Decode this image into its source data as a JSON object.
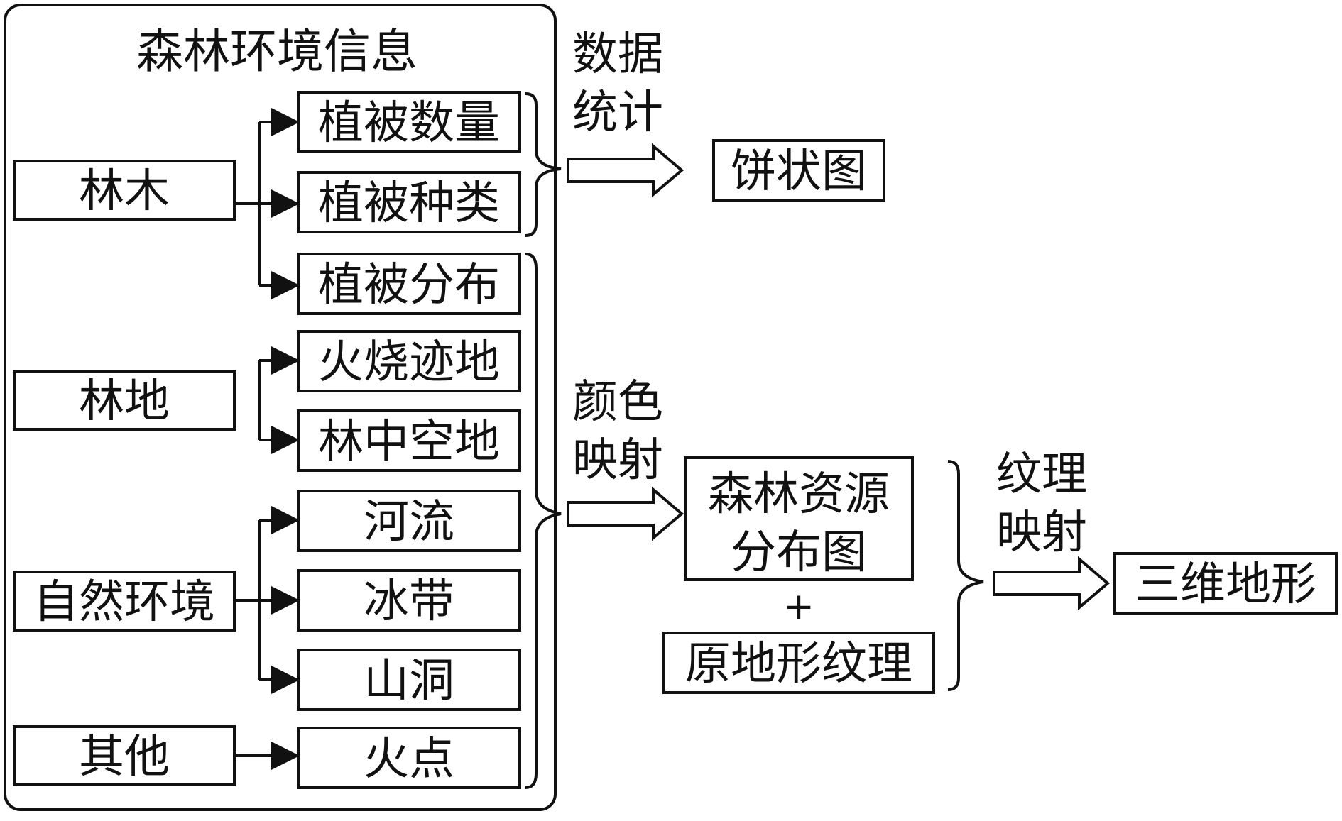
{
  "diagram": {
    "group_title": "森林环境信息",
    "categories": {
      "forest_trees": "林木",
      "forest_land": "林地",
      "natural_env": "自然环境",
      "other": "其他"
    },
    "items": {
      "veg_count": "植被数量",
      "veg_types": "植被种类",
      "veg_distribution": "植被分布",
      "burned_land": "火烧迹地",
      "clearing": "林中空地",
      "rivers": "河流",
      "glacier": "冰带",
      "cave": "山洞",
      "fire_point": "火点"
    },
    "process_labels": {
      "data_stats_1": "数据",
      "data_stats_2": "统计",
      "color_map_1": "颜色",
      "color_map_2": "映射",
      "texture_map_1": "纹理",
      "texture_map_2": "映射"
    },
    "outputs": {
      "pie_chart": "饼状图",
      "resource_map_1": "森林资源",
      "resource_map_2": "分布图",
      "plus": "+",
      "orig_texture": "原地形纹理",
      "terrain_3d": "三维地形"
    }
  }
}
